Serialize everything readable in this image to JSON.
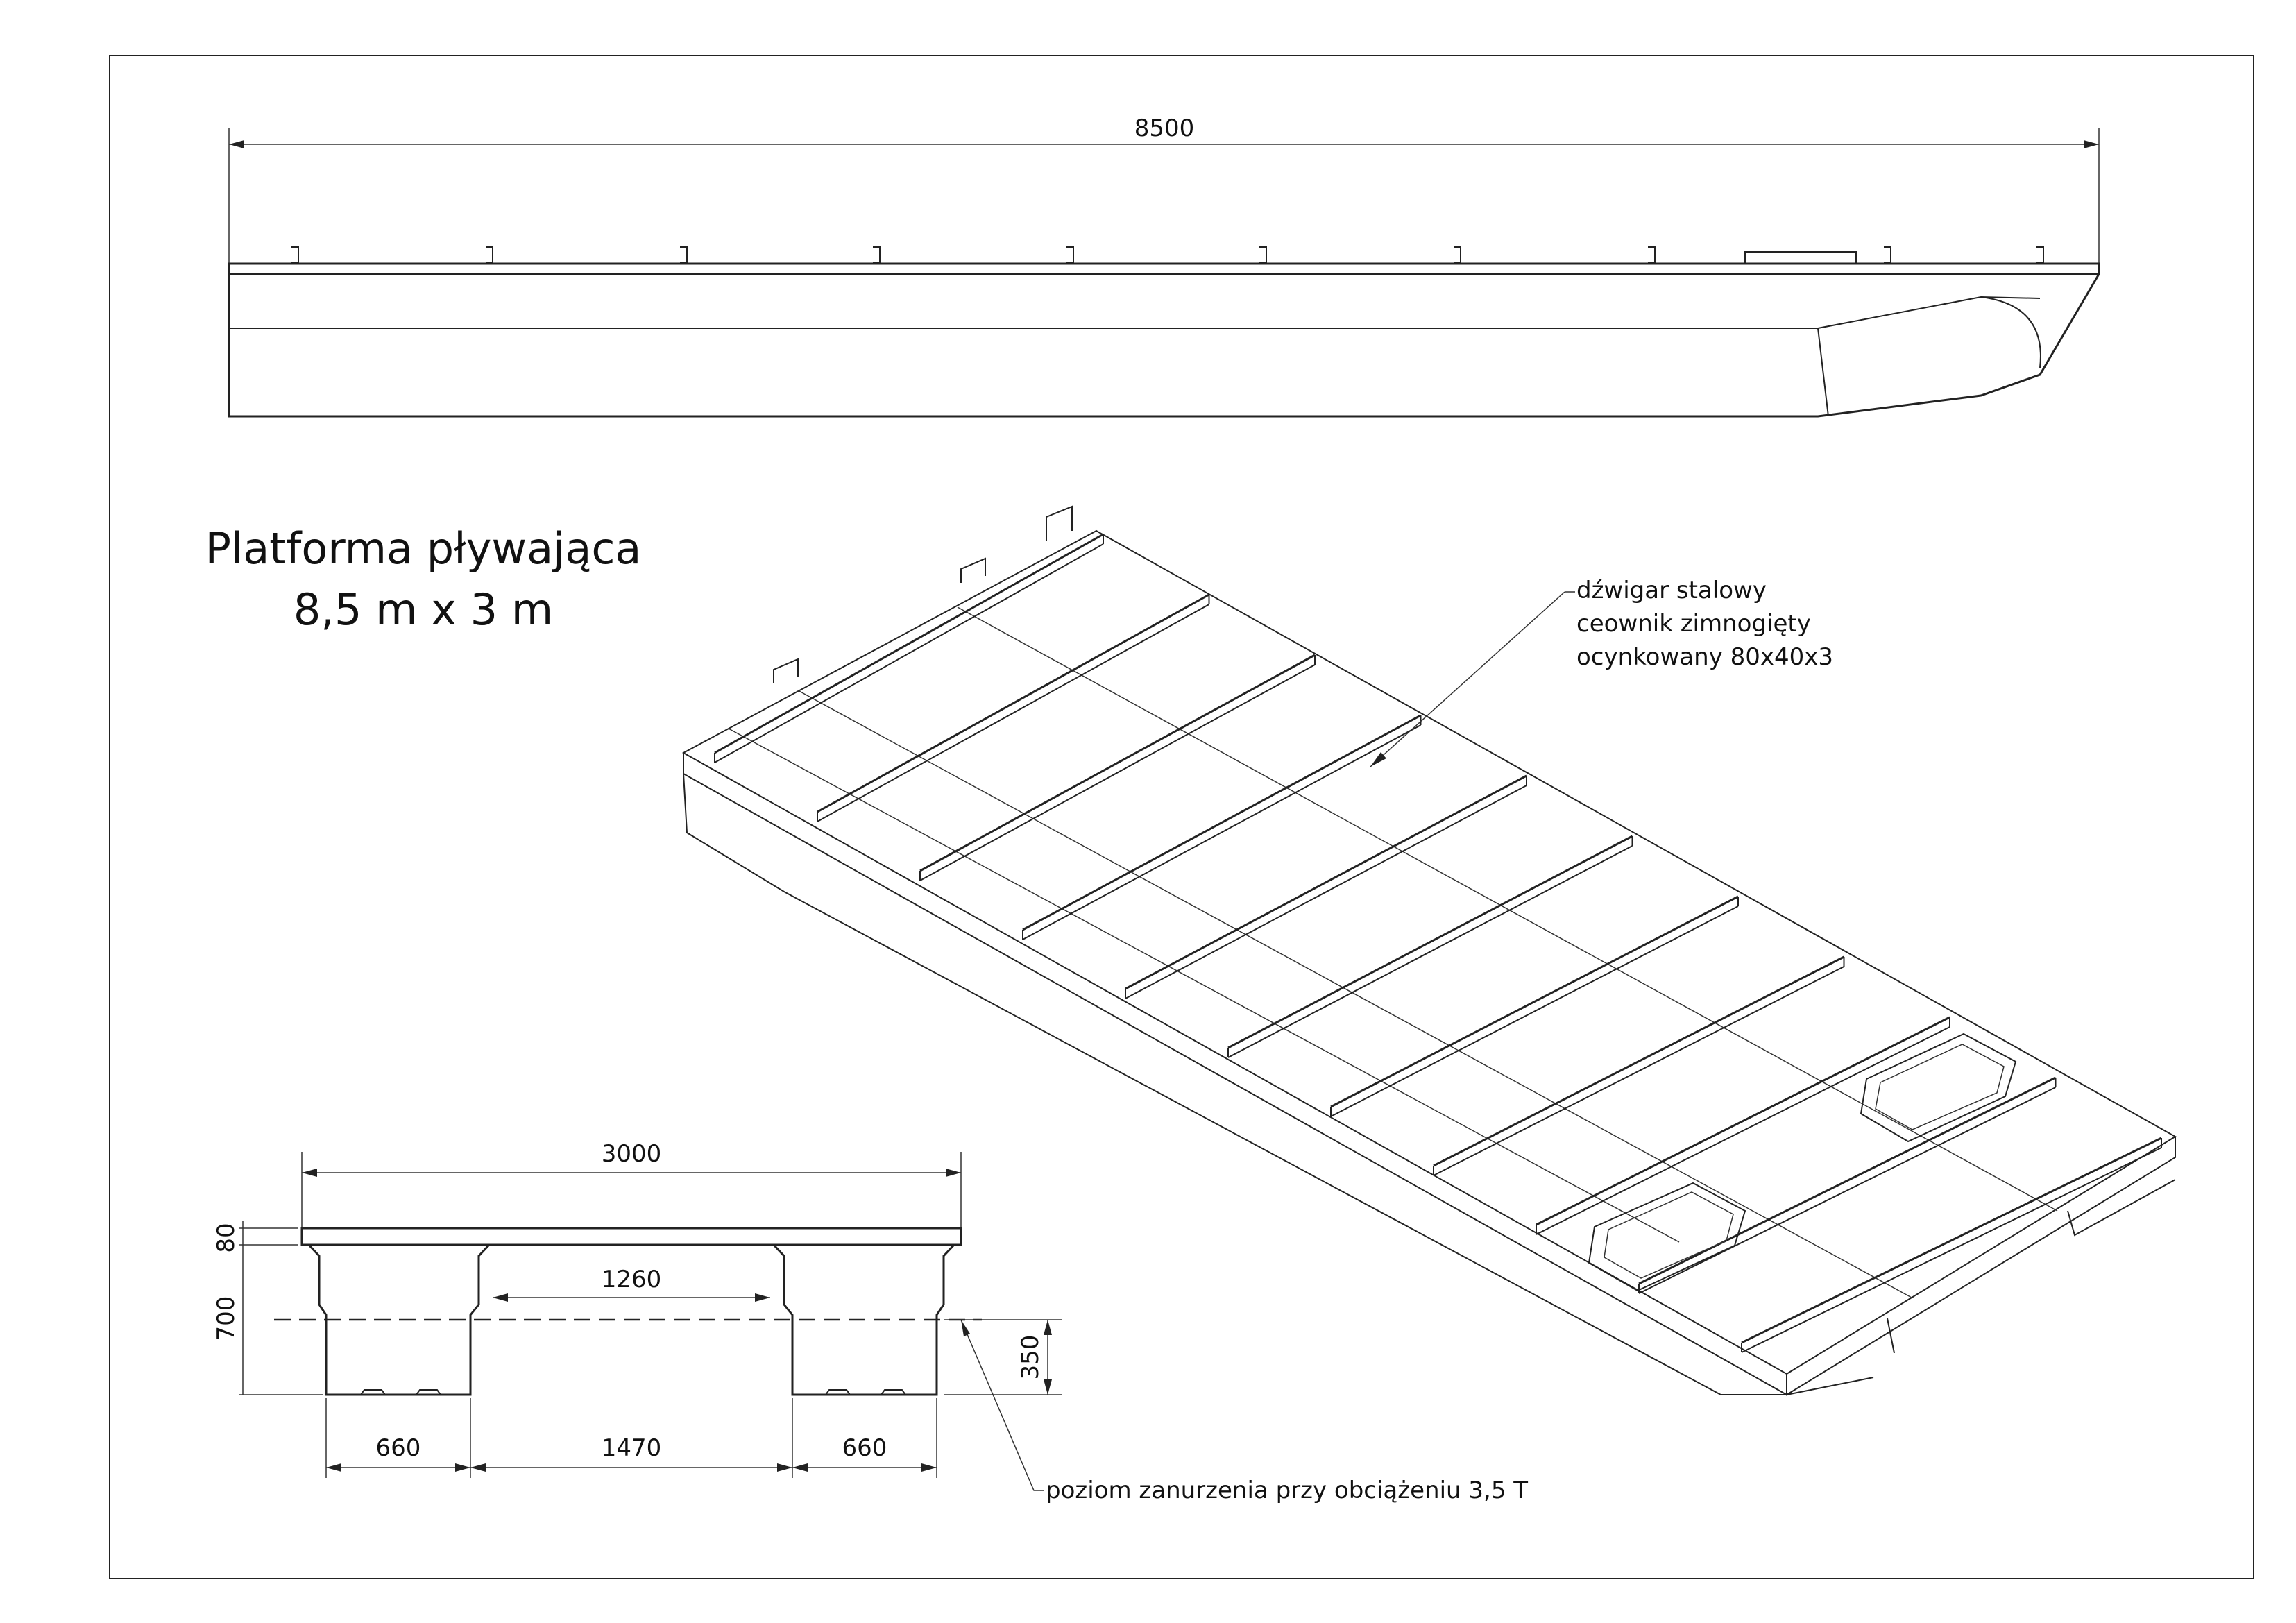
{
  "title": {
    "line1": "Platforma pływająca",
    "line2": "8,5 m x 3 m"
  },
  "side_view": {
    "length_dim": "8500"
  },
  "cross_section": {
    "width_dim": "3000",
    "deck_dim": "80",
    "depth_dim": "700",
    "gap_dim": "1260",
    "left_pontoon_dim": "660",
    "middle_dim": "1470",
    "right_pontoon_dim": "660",
    "draft_dim": "350"
  },
  "annotations": {
    "beam_line1": "dźwigar stalowy",
    "beam_line2": "ceownik zimnogięty",
    "beam_line3": "ocynkowany 80x40x3",
    "waterline": "poziom zanurzenia przy obciążeniu 3,5 T"
  }
}
